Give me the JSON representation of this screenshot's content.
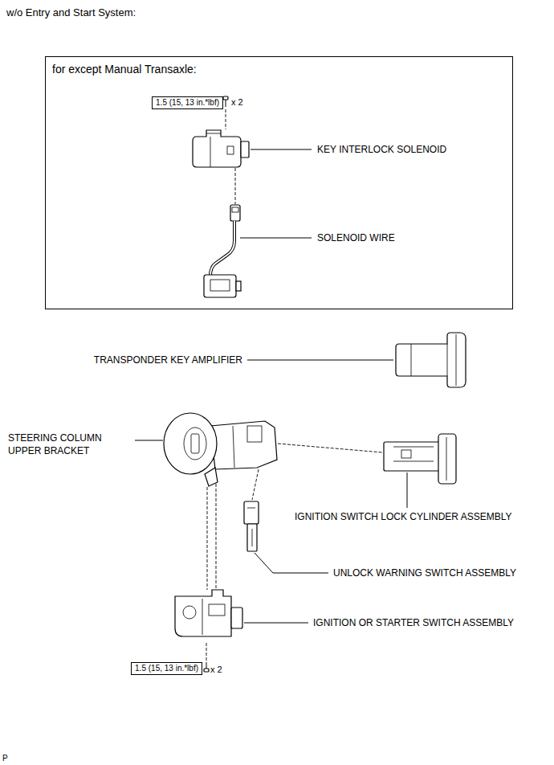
{
  "diagram": {
    "title": "w/o Entry and Start System:",
    "nodes": [
      {
        "text": [
          "for except Manual Transaxle:"
        ]
      },
      {
        "text": [
          "1.5 (15, 13 in.*lbf)"
        ],
        "in": 0
      },
      {
        "text": [
          "1.5 (15, 13 in.*lbf)"
        ]
      }
    ],
    "labels": [
      "x 2",
      "KEY INTERLOCK SOLENOID",
      "SOLENOID WIRE",
      "TRANSPONDER KEY AMPLIFIER",
      "STEERING COLUMN UPPER BRACKET",
      "IGNITION SWITCH LOCK CYLINDER ASSEMBLY",
      "UNLOCK WARNING SWITCH ASSEMBLY",
      "IGNITION OR STARTER SWITCH ASSEMBLY",
      "x 2",
      "P"
    ]
  }
}
